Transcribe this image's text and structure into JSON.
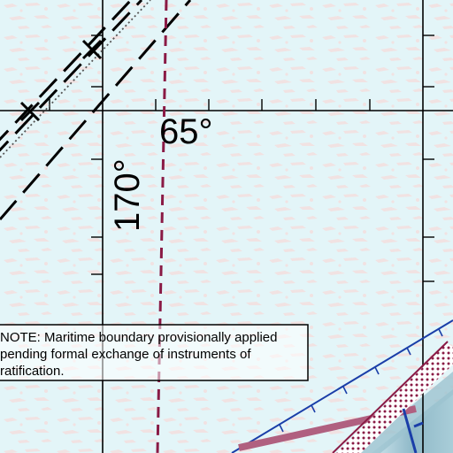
{
  "map": {
    "latitude_label": "65°",
    "longitude_label": "170°",
    "note_lines": [
      "NOTE: Maritime boundary provisionally applied",
      "pending formal exchange of instruments of",
      "ratification."
    ]
  },
  "colors": {
    "water": "#e3f5f8",
    "ice_pattern": "#f2e4e4",
    "graticule": "#000000",
    "boundary_dashed": "#8a1a45",
    "boundary_thick": "#b06080",
    "treaty_line_blue": "#1a3ea8",
    "date_line_dashes": "#000000",
    "shoal_fill": "#8fb9c8"
  },
  "icons": {
    "cross_marker": "x-marker-icon"
  }
}
